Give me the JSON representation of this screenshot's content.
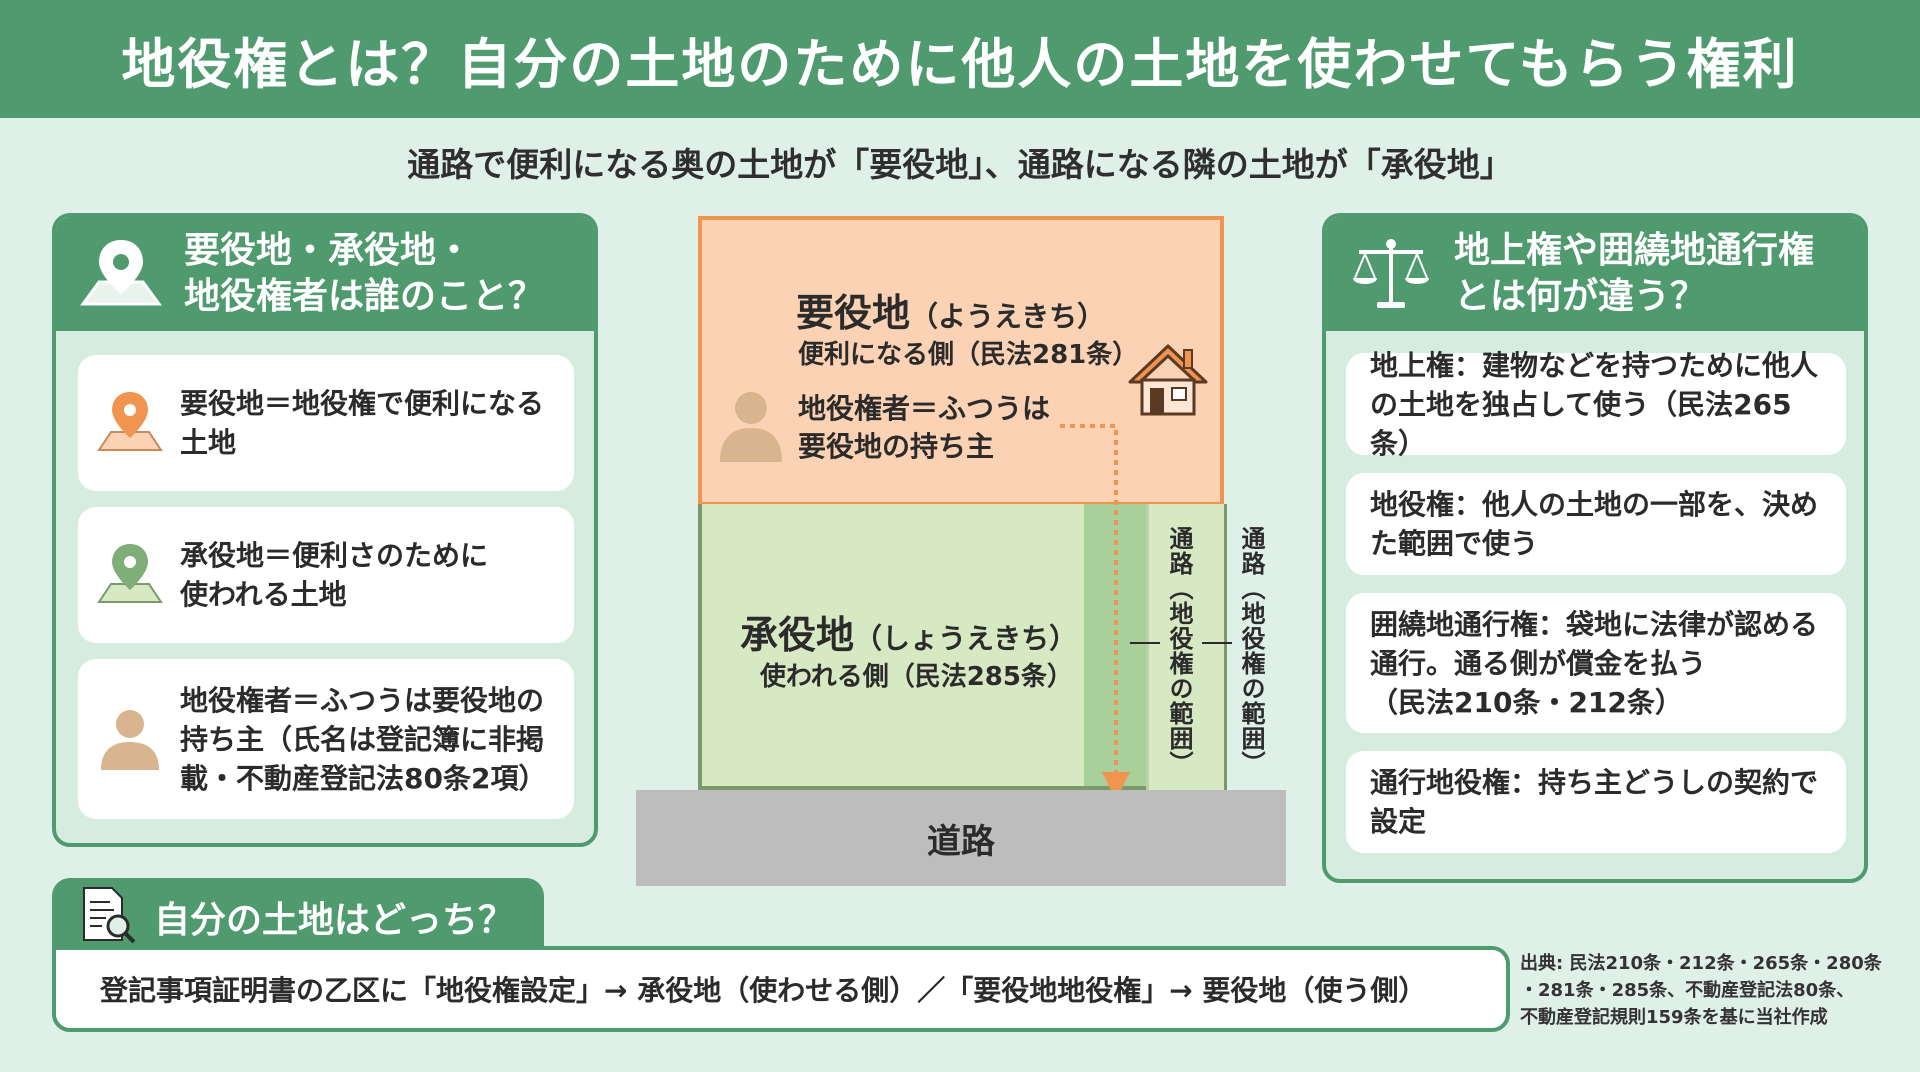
{
  "title": "地役権とは？自分の土地のために他人の土地を使わせてもらう権利",
  "subtitle": "通路で便利になる奥の土地が「要役地」、通路になる隣の土地が「承役地」",
  "left_panel": {
    "heading_line1": "要役地・承役地・",
    "heading_line2": "地役権者は誰のこと？",
    "cards": [
      {
        "line1": "要役地＝地役権で便利になる",
        "line2": "土地"
      },
      {
        "line1": "承役地＝便利さのために",
        "line2": "使われる土地"
      },
      {
        "line1": "地役権者＝ふつうは要役地の",
        "line2": "持ち主（氏名は登記簿に非掲",
        "line3": "載・不動産登記法80条2項）"
      }
    ]
  },
  "diagram": {
    "dominant_name": "要役地",
    "dominant_reading": "（ようえきち）",
    "dominant_side": "便利になる側（民法281条）",
    "owner_line1": "地役権者＝ふつうは",
    "owner_line2": "要役地の持ち主",
    "servient_name": "承役地",
    "servient_reading": "（しょうえきち）",
    "servient_side": "使われる側（民法285条）",
    "passage_label_1": "通路（地役権の範囲）",
    "passage_label_2": "通路（地役権の範囲）",
    "road": "道路"
  },
  "right_panel": {
    "heading_line1": "地上権や囲繞地通行権",
    "heading_line2": "とは何が違う？",
    "cards": [
      {
        "line1": "地上権：建物などを持つために他人",
        "line2": "の土地を独占して使う（民法265条）"
      },
      {
        "line1": "地役権：他人の土地の一部を、決め",
        "line2": "た範囲で使う"
      },
      {
        "line1": "囲繞地通行権：袋地に法律が認める",
        "line2": "通行。通る側が償金を払う",
        "line3": "（民法210条・212条）"
      },
      {
        "line1": "通行地役権：持ち主どうしの契約で",
        "line2": "設定"
      }
    ]
  },
  "bottom": {
    "heading": "自分の土地はどっち？",
    "text": "登記事項証明書の乙区に「地役権設定」→ 承役地（使わせる側）／「要役地地役権」→ 要役地（使う側）"
  },
  "source": {
    "line1": "出典: 民法210条・212条・265条・280条",
    "line2": "・281条・285条、不動産登記法80条、",
    "line3": "不動産登記規則159条を基に当社作成"
  },
  "colors": {
    "accent_green": "#4f9a6e",
    "dominant_fill": "#fbd2b3",
    "dominant_border": "#f0944f",
    "servient_fill": "#d6e9c3",
    "passage_fill": "#a9d09b",
    "road_fill": "#bdbdbd",
    "arrow_orange": "#f0944f"
  },
  "icons": [
    "map-pin-icon",
    "scales-icon",
    "document-search-icon",
    "person-icon",
    "house-icon",
    "arrow-down-icon"
  ]
}
